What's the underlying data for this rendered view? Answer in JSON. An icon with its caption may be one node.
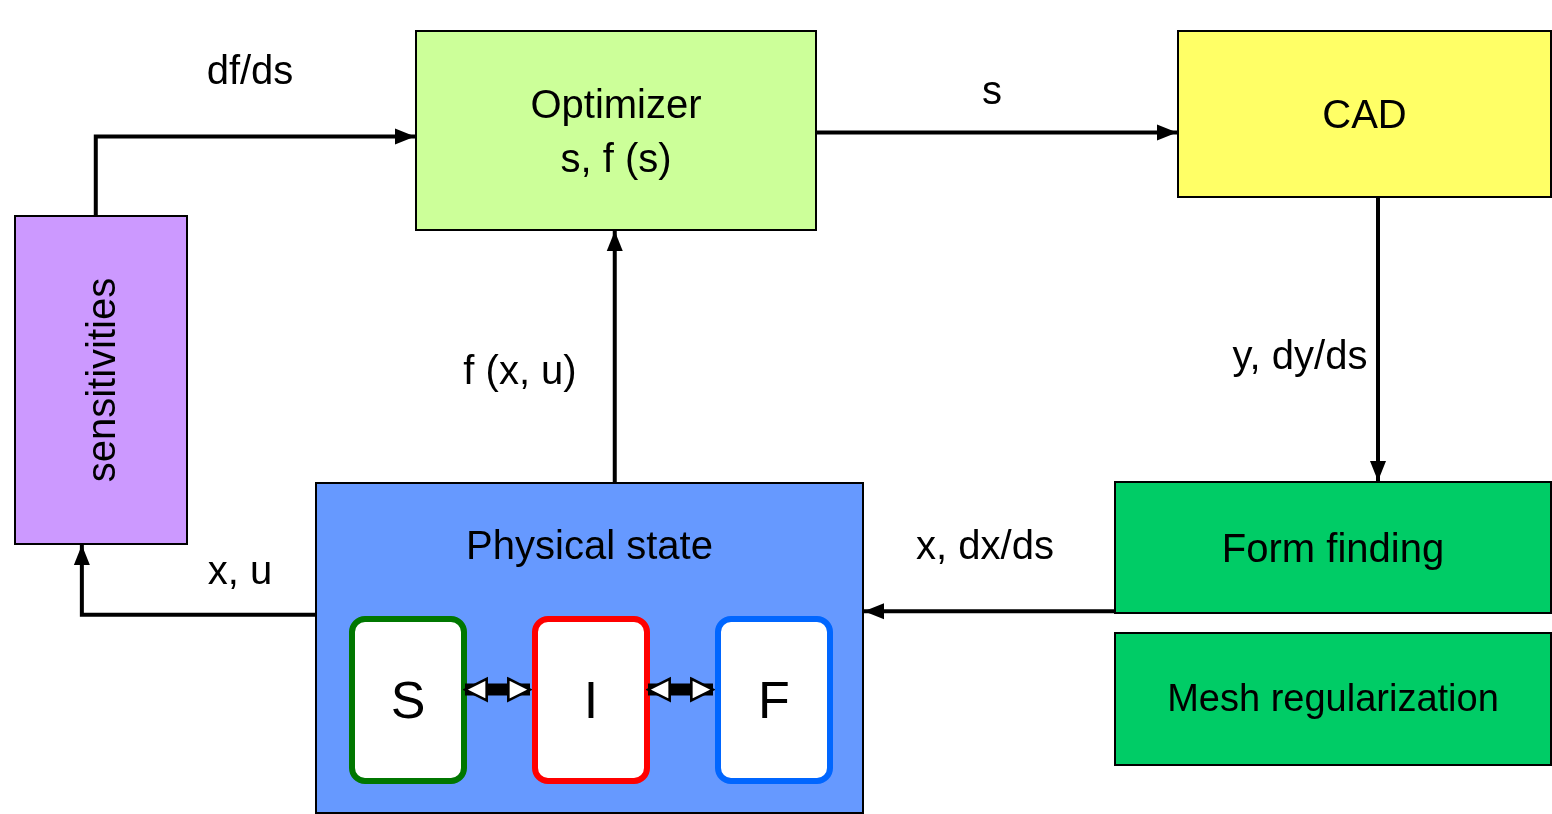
{
  "diagram": {
    "nodes": [
      {
        "text": [
          "Optimizer",
          "s, f (s)"
        ]
      },
      {
        "text": [
          "CAD"
        ]
      },
      {
        "text": [
          "sensitivities"
        ]
      },
      {
        "text": [
          "Physical state"
        ]
      },
      {
        "text": [
          "S"
        ],
        "in": 3
      },
      {
        "text": [
          "I"
        ],
        "in": 3
      },
      {
        "text": [
          "F"
        ],
        "in": 3
      },
      {
        "text": [
          "Form finding"
        ]
      },
      {
        "text": [
          "Mesh regularization"
        ]
      }
    ],
    "edges": [
      {
        "from": 2,
        "to": 0,
        "arrow": "to",
        "label": "df/ds"
      },
      {
        "from": 0,
        "to": 1,
        "arrow": "to",
        "label": "s"
      },
      {
        "from": 1,
        "to": 7,
        "arrow": "to",
        "label": "y, dy/ds"
      },
      {
        "from": 7,
        "to": 3,
        "arrow": "to",
        "label": "x, dx/ds"
      },
      {
        "from": 3,
        "to": 0,
        "arrow": "to",
        "label": "f (x, u)"
      },
      {
        "from": 3,
        "to": 2,
        "arrow": "to",
        "label": "x, u"
      },
      {
        "from": 4,
        "to": 5,
        "arrow": "both",
        "style": "thick"
      },
      {
        "from": 5,
        "to": 6,
        "arrow": "both",
        "style": "thick"
      }
    ]
  }
}
